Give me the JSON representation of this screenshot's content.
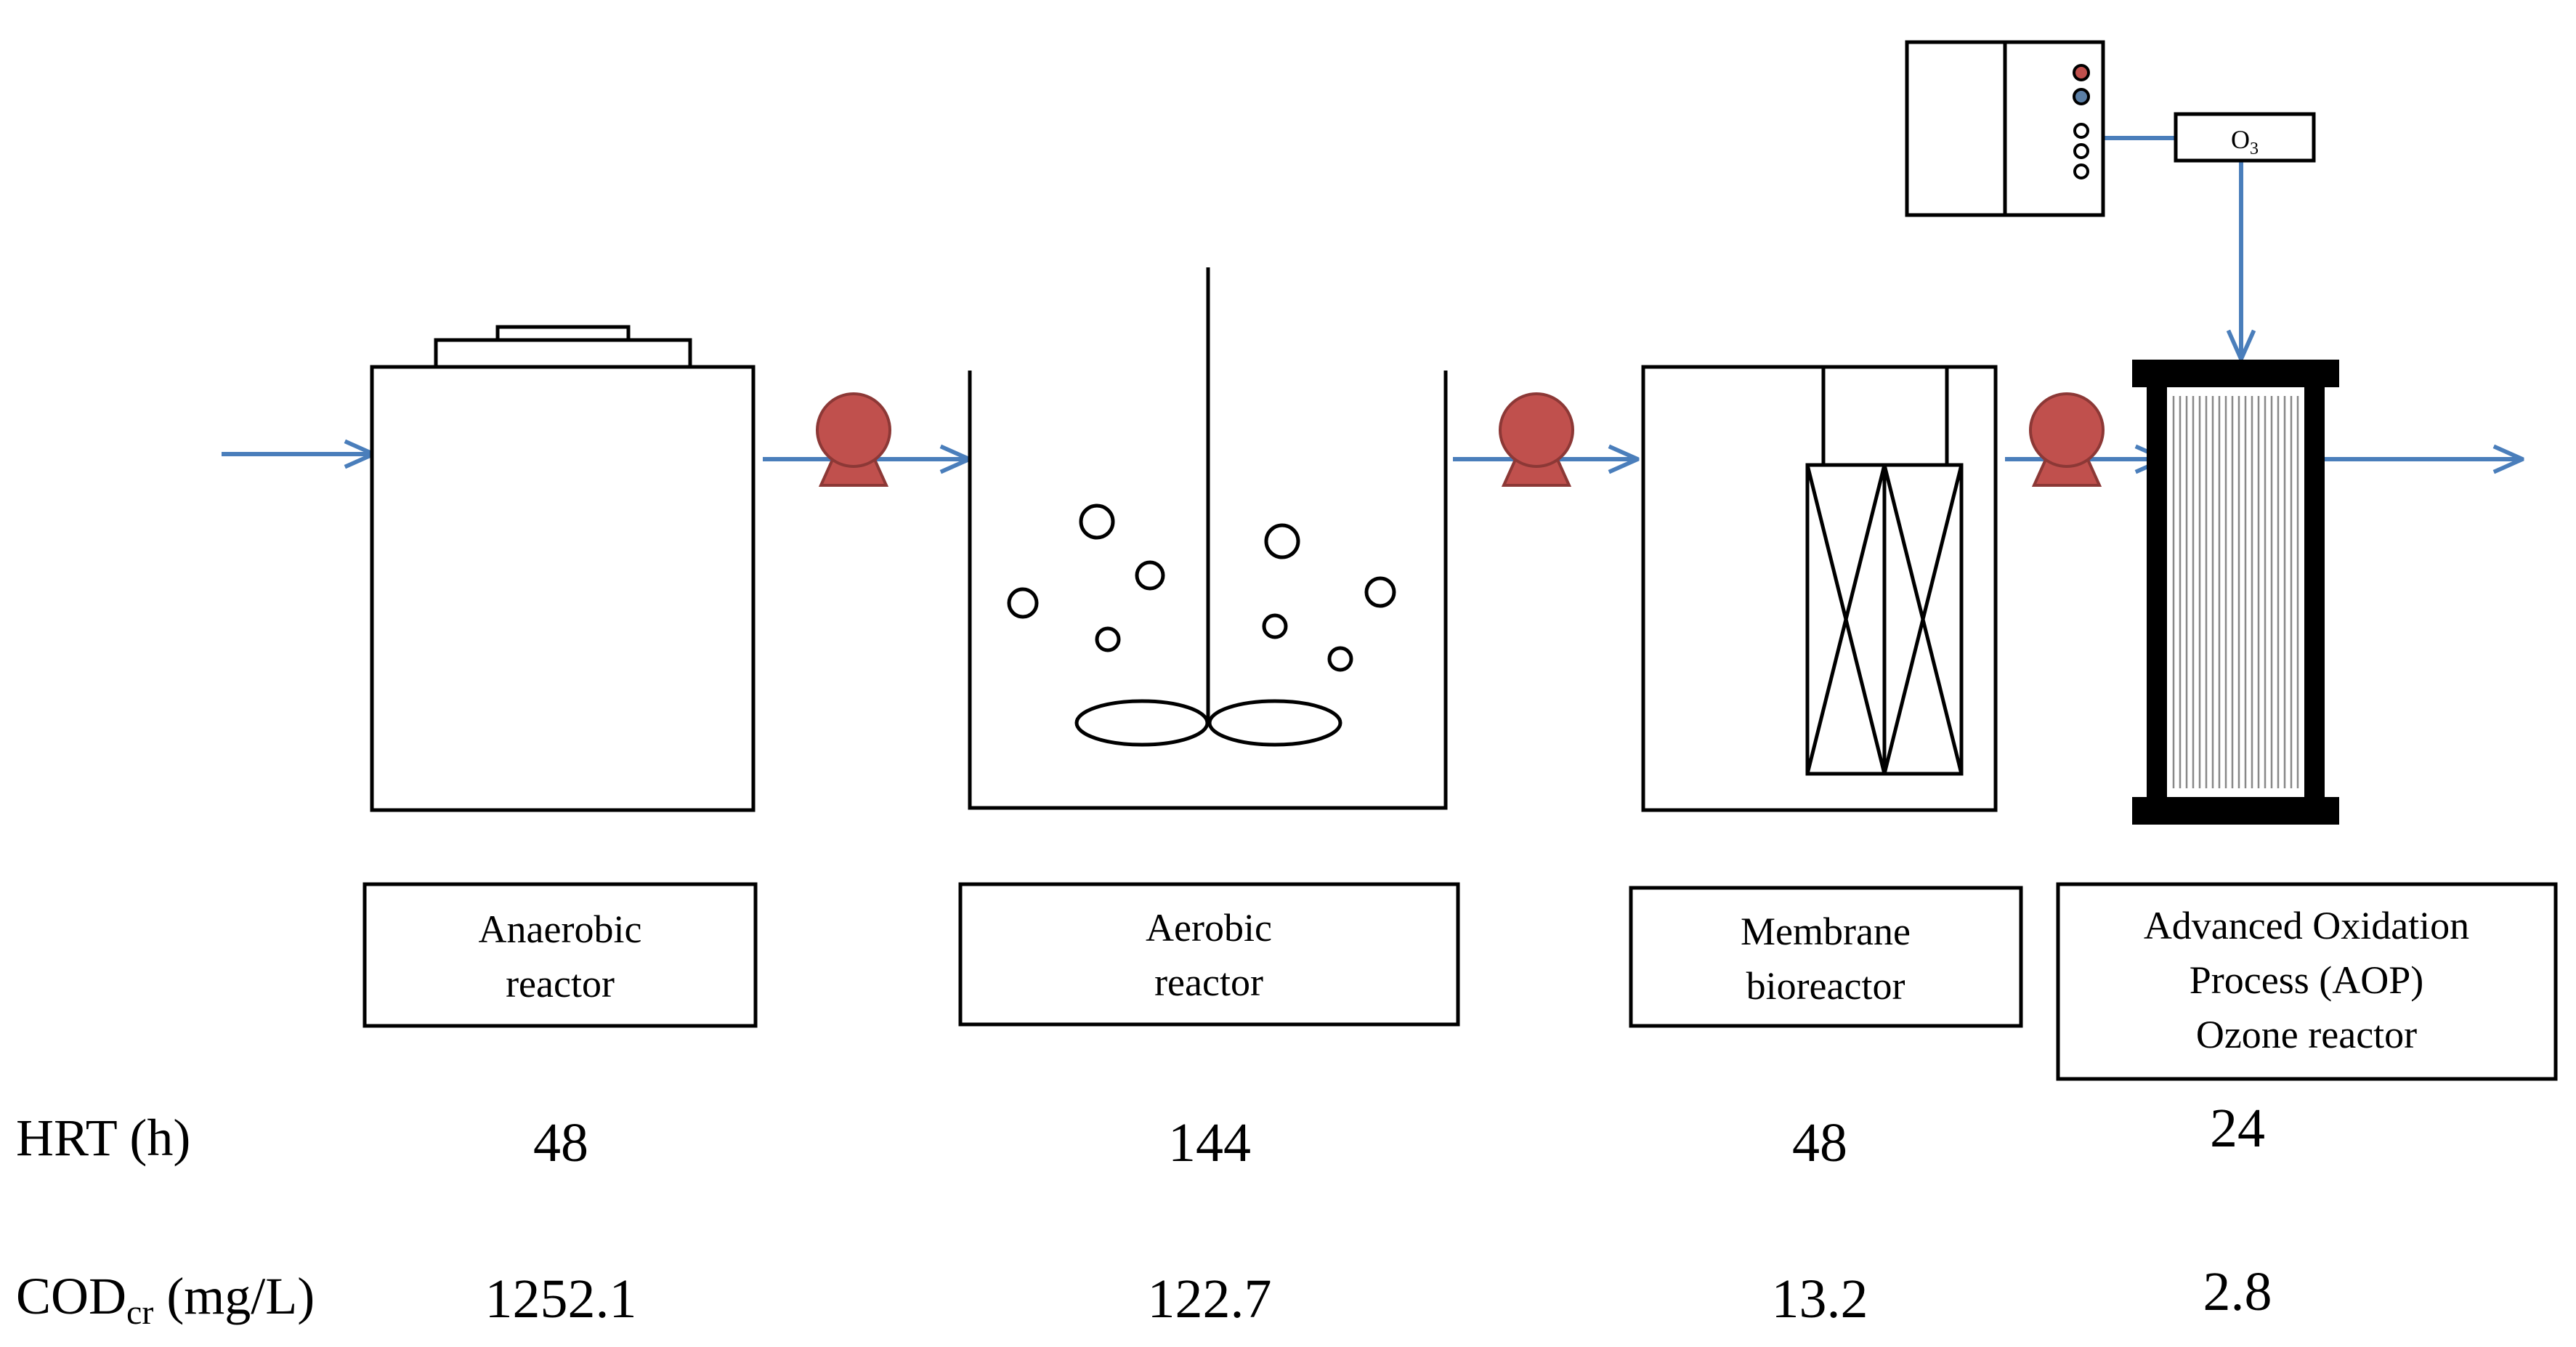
{
  "stages": [
    {
      "name_line1": "Anaerobic",
      "name_line2": "reactor",
      "hrt": "48",
      "cod": "1252.1"
    },
    {
      "name_line1": "Aerobic",
      "name_line2": "reactor",
      "hrt": "144",
      "cod": "122.7"
    },
    {
      "name_line1": "Membrane",
      "name_line2": "bioreactor",
      "hrt": "48",
      "cod": "13.2"
    },
    {
      "name_line1": "Advanced Oxidation",
      "name_line2": "Process (AOP)",
      "name_line3": "Ozone reactor",
      "hrt": "24",
      "cod": "2.8"
    }
  ],
  "rows": {
    "hrt_label": "HRT (h)",
    "cod_label_main": "COD",
    "cod_label_sub": "cr",
    "cod_label_unit": " (mg/L)"
  },
  "ozone": {
    "label_main": "O",
    "label_sub": "3"
  },
  "colors": {
    "flow_arrow": "#4a7ebb",
    "pump_fill": "#c0504d",
    "indicator_red": "#c0504d"
  }
}
